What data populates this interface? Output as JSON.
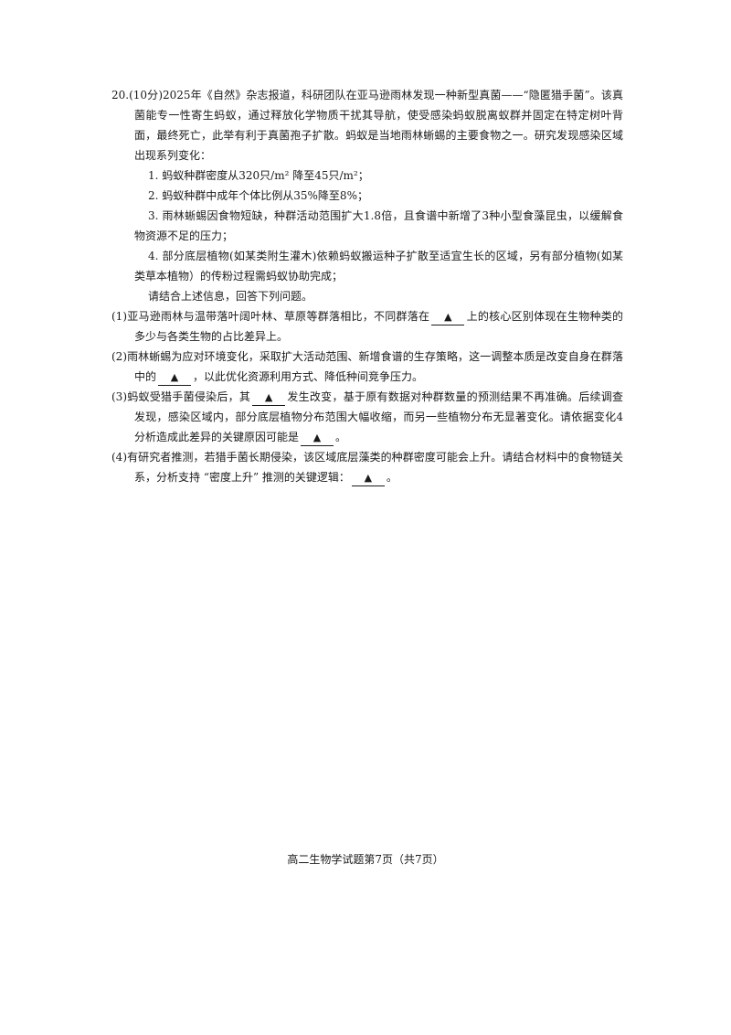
{
  "question": {
    "number": "20.",
    "score": "(10分)",
    "lead": "2025年《自然》杂志报道，科研团队在亚马逊雨林发现一种新型真菌——“隐匿猎手菌”。该真菌能专一性寄生蚂蚁，通过释放化学物质干扰其导航，使受感染蚂蚁脱离蚁群并固定在特定树叶背面，最终死亡，此举有利于真菌孢子扩散。蚂蚁是当地雨林蜥蜴的主要食物之一。研究发现感染区域出现系列变化：",
    "items": [
      "1. 蚂蚁种群密度从320只/m²  降至45只/m²；",
      "2. 蚂蚁种群中成年个体比例从35%降至8%；",
      "3. 雨林蜥蜴因食物短缺，种群活动范围扩大1.8倍，且食谱中新增了3种小型食藻昆虫，以缓解食物资源不足的压力；",
      "4. 部分底层植物(如某类附生灌木)依赖蚂蚁搬运种子扩散至适宜生长的区域，另有部分植物(如某类草本植物）的传粉过程需蚂蚁协助完成；"
    ],
    "prompt": "请结合上述信息，回答下列问题。"
  },
  "blank_marker": "▲",
  "subquestions": [
    {
      "label": "(1)",
      "before": "亚马逊雨林与温带落叶阔叶林、草原等群落相比，不同群落在",
      "after": "上的核心区别体现在生物种类的多少与各类生物的占比差异上。"
    },
    {
      "label": "(2)",
      "before": "雨林蜥蜴为应对环境变化，采取扩大活动范围、新增食谱的生存策略，这一调整本质是改变自身在群落中的",
      "after": "，以此优化资源利用方式、降低种间竞争压力。"
    },
    {
      "label": "(3)",
      "before": "蚂蚁受猎手菌侵染后，其",
      "after": "发生改变，基于原有数据对种群数量的预测结果不再准确。后续调查发现，感染区域内，部分底层植物分布范围大幅收缩，而另一些植物分布无显著变化。请依据变化4分析造成此差异的关键原因可能是",
      "tail": "。"
    },
    {
      "label": "(4)",
      "before": "有研究者推测，若猎手菌长期侵染，该区域底层藻类的种群密度可能会上升。请结合材料中的食物链关系，分析支持 “密度上升” 推测的关键逻辑：",
      "tail": "。"
    }
  ],
  "footer": "高二生物学试题第7页（共7页）"
}
